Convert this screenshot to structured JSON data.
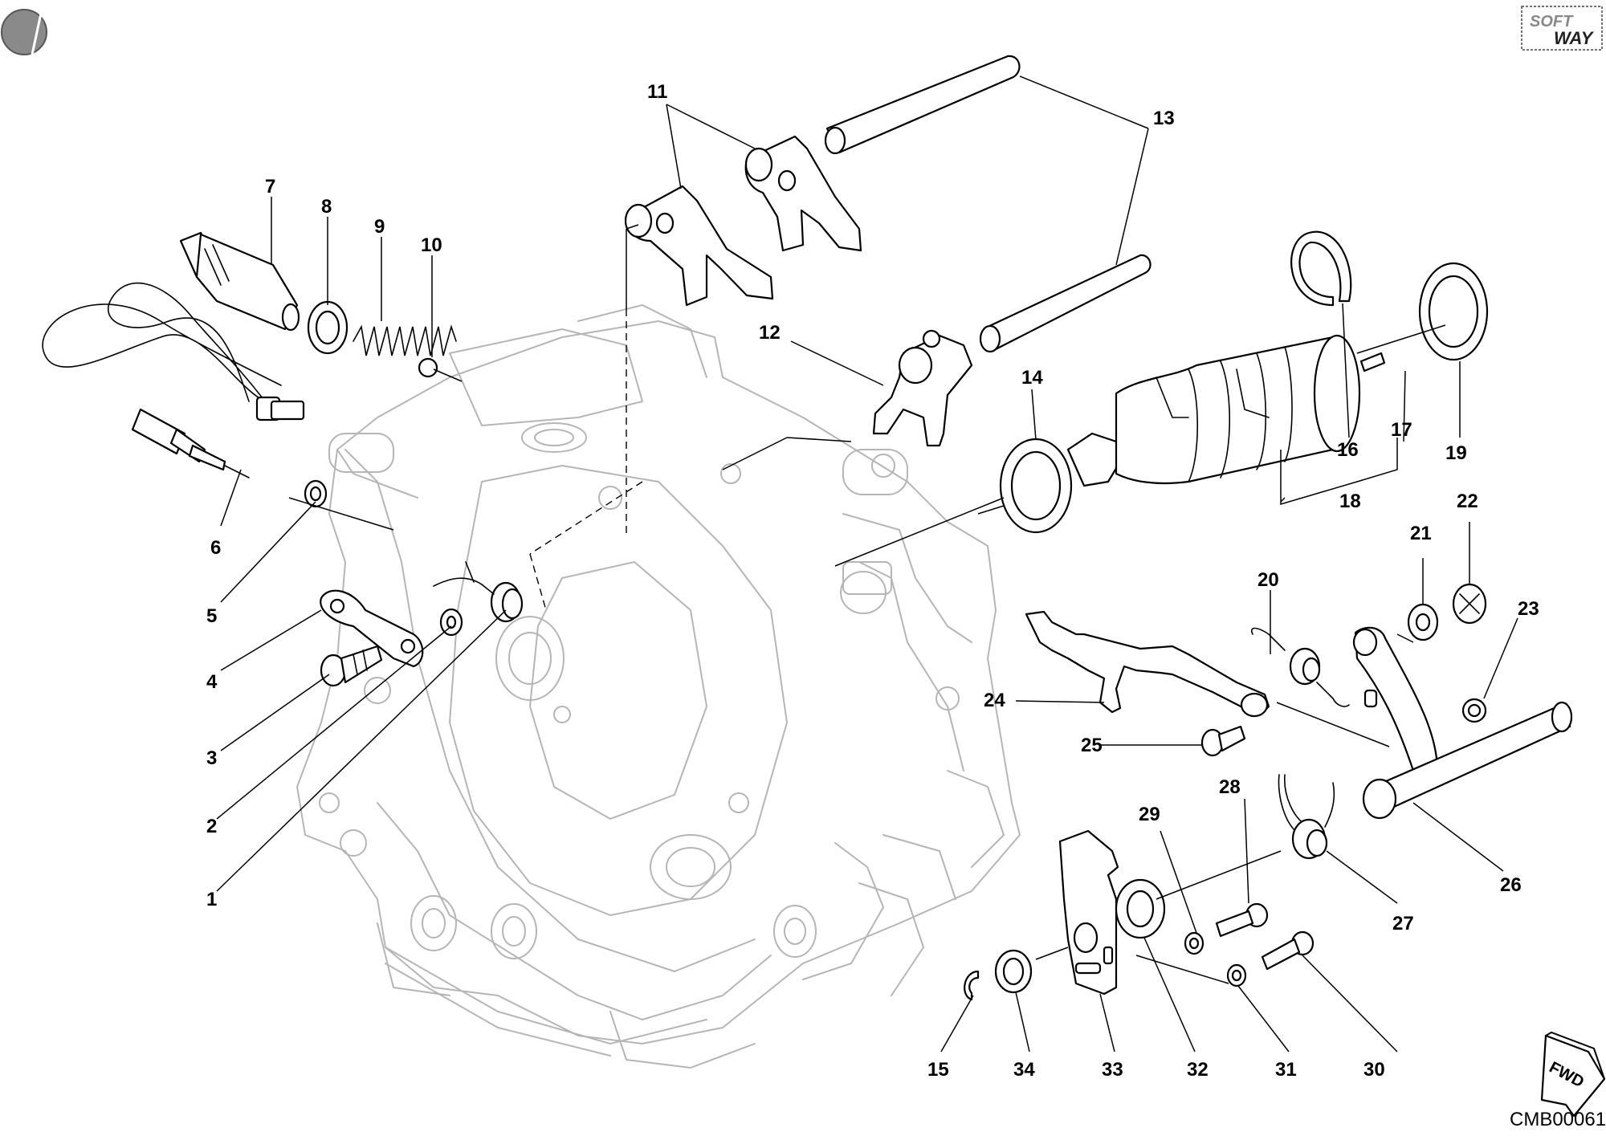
{
  "diagram": {
    "reference_code": "CMB00061",
    "logo_text_top": "SOFT",
    "logo_text_bottom": "WAY",
    "direction_label": "FWD",
    "callouts": [
      "1",
      "2",
      "3",
      "4",
      "5",
      "6",
      "7",
      "8",
      "9",
      "10",
      "11",
      "12",
      "13",
      "14",
      "15",
      "16",
      "17",
      "18",
      "19",
      "20",
      "21",
      "22",
      "23",
      "24",
      "25",
      "26",
      "27",
      "28",
      "29",
      "30",
      "31",
      "32",
      "33",
      "34"
    ]
  }
}
